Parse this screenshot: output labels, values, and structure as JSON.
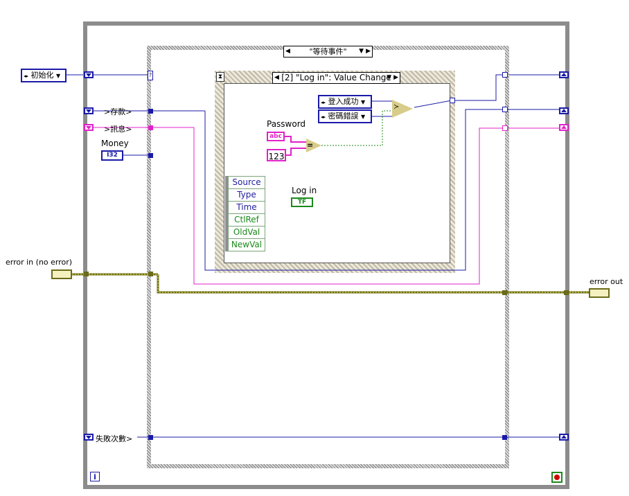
{
  "while_loop": {
    "info_icon": "i",
    "stop_icon": "stop-terminal-icon"
  },
  "event_case": {
    "selector_label": "\"等待事件\"",
    "timeout_label": "?"
  },
  "inner_event": {
    "selector_label": "[2] \"Log in\": Value Change",
    "timeout_icon": "hourglass-icon"
  },
  "shift_registers": {
    "left_enum": "初始化",
    "deposit_label": ">存款>",
    "message_label": ">訊息>",
    "failures_label": "失敗次數>"
  },
  "controls": {
    "money_label": "Money",
    "money_type": "I32",
    "password_label": "Password",
    "password_type": "abc",
    "password_const": "123",
    "login_label": "Log in",
    "login_type": "TF",
    "error_in_label": "error in (no error)",
    "error_out_label": "error out"
  },
  "enums": {
    "success": "登入成功",
    "wrong_password": "密碼錯誤"
  },
  "event_data_nodes": [
    "Source",
    "Type",
    "Time",
    "CtlRef",
    "OldVal",
    "NewVal"
  ],
  "colors": {
    "int_wire": "#1a1aa8",
    "string_wire": "#e022c8",
    "error_wire": "#6b6b1a",
    "bool_wire": "#1a8a1a"
  }
}
